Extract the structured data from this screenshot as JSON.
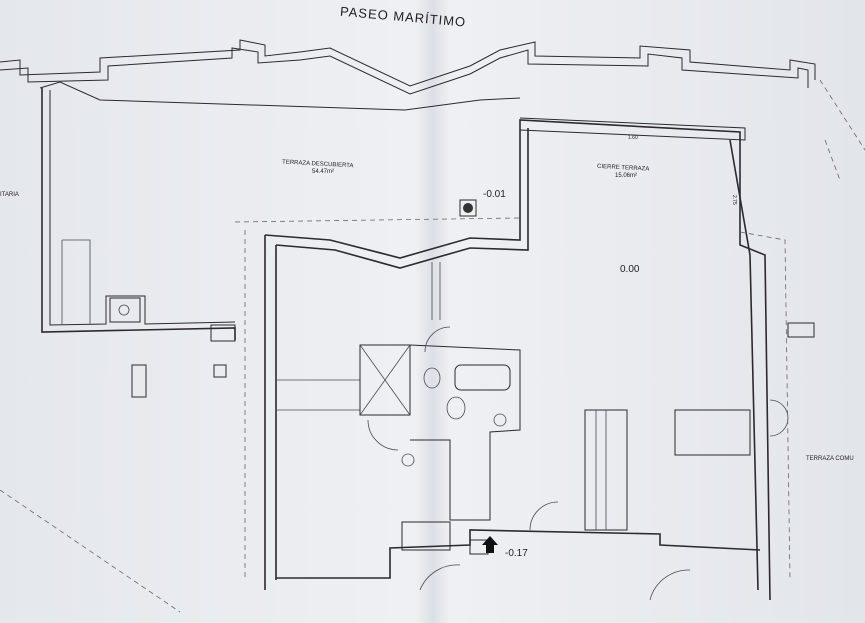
{
  "plan": {
    "street": "PASEO MARÍTIMO",
    "rooms": [
      {
        "name": "TERRAZA DESCUBIERTA",
        "area": "54.47m²"
      },
      {
        "name": "CIERRE TERRAZA",
        "area": "15.06m²"
      }
    ],
    "levels": [
      "-0.01",
      "0.00",
      "-0.17"
    ],
    "dimensions": [
      "1.60",
      "2.75"
    ],
    "edge_labels": {
      "left": "ITARIA",
      "right": "TERRAZA COMU"
    }
  },
  "colors": {
    "paper": "#e8ebef",
    "ink": "#2a2a30"
  }
}
